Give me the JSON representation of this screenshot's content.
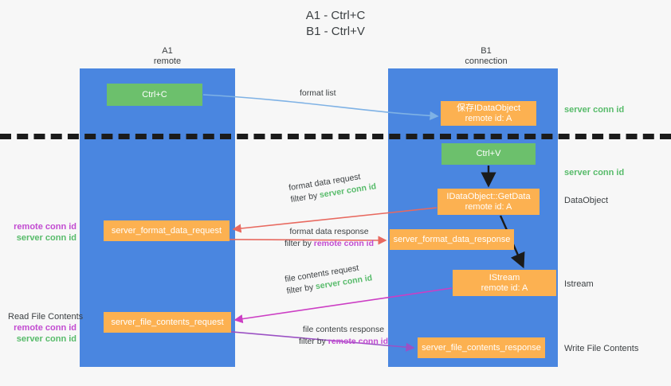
{
  "title": "A1 - Ctrl+C\nB1 - Ctrl+V",
  "colors": {
    "lane": "#4a86e0",
    "green_box": "#6cc06c",
    "orange_box": "#fcb151",
    "server_conn_id": "#57bb6a",
    "remote_conn_id": "#c24bd1",
    "arrow_blue": "#7fb2e5",
    "arrow_red": "#e8695f",
    "arrow_magenta": "#cc3ec4",
    "arrow_purple": "#9b51c4",
    "arrow_black": "#1b1b1b",
    "background": "#f7f7f7"
  },
  "lanes": [
    {
      "name": "A1",
      "sub": "remote"
    },
    {
      "name": "B1",
      "sub": "connection"
    }
  ],
  "boxes": {
    "ctrl_c": {
      "line1": "Ctrl+C",
      "line2": ""
    },
    "save_idataobject": {
      "line1": "保存IDataObject",
      "line2": "remote id: A"
    },
    "ctrl_v": {
      "line1": "Ctrl+V",
      "line2": ""
    },
    "getdata": {
      "line1": "IDataObject::GetData",
      "line2": "remote id: A"
    },
    "format_data_request": {
      "line1": "server_format_data_request",
      "line2": ""
    },
    "format_data_response": {
      "line1": "server_format_data_response",
      "line2": ""
    },
    "istream": {
      "line1": "IStream",
      "line2": "remote id: A"
    },
    "file_contents_request": {
      "line1": "server_file_contents_request",
      "line2": ""
    },
    "file_contents_response": {
      "line1": "server_file_contents_response",
      "line2": ""
    }
  },
  "edge_labels": {
    "format_list": "format list",
    "format_data_request": {
      "line1": "format data request",
      "filter_prefix": "filter by ",
      "filter_id": "server conn id"
    },
    "format_data_response": {
      "line1": "format data response",
      "filter_prefix": "filter by ",
      "filter_id": "remote conn id"
    },
    "file_contents_request": {
      "line1": "file contents request",
      "filter_prefix": "filter by ",
      "filter_id": "server conn id"
    },
    "file_contents_response": {
      "line1": "file contents response",
      "filter_prefix": "filter by ",
      "filter_id": "remote conn id"
    }
  },
  "annotations": {
    "server_conn_id_top": "server conn id",
    "server_conn_id_mid": "server conn id",
    "dataobject": "DataObject",
    "istream": "Istream",
    "write_file_contents": "Write File Contents",
    "left_mid": {
      "remote": "remote conn id",
      "server": "server conn id"
    },
    "left_bottom": {
      "heading": "Read File Contents",
      "remote": "remote conn id",
      "server": "server conn id"
    }
  }
}
